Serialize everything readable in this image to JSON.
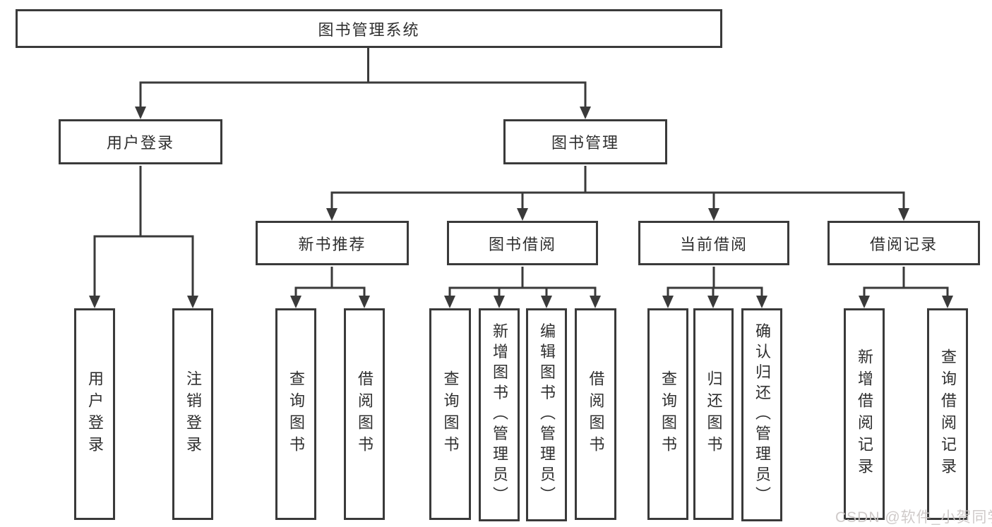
{
  "diagram": {
    "title": "图书管理系统",
    "root": {
      "label": "图书管理系统"
    },
    "level2": [
      {
        "label": "用户登录"
      },
      {
        "label": "图书管理"
      }
    ],
    "level3": [
      {
        "label": "新书推荐",
        "parent": "图书管理"
      },
      {
        "label": "图书借阅",
        "parent": "图书管理"
      },
      {
        "label": "当前借阅",
        "parent": "图书管理"
      },
      {
        "label": "借阅记录",
        "parent": "图书管理"
      }
    ],
    "leaves": [
      {
        "label": "用户登录",
        "parent": "用户登录"
      },
      {
        "label": "注销登录",
        "parent": "用户登录"
      },
      {
        "label": "查询图书",
        "parent": "新书推荐"
      },
      {
        "label": "借阅图书",
        "parent": "新书推荐"
      },
      {
        "label": "查询图书",
        "parent": "图书借阅"
      },
      {
        "label": "新增图书（管理员）",
        "parent": "图书借阅"
      },
      {
        "label": "编辑图书（管理员）",
        "parent": "图书借阅"
      },
      {
        "label": "借阅图书",
        "parent": "图书借阅"
      },
      {
        "label": "查询图书",
        "parent": "当前借阅"
      },
      {
        "label": "归还图书",
        "parent": "当前借阅"
      },
      {
        "label": "确认归还（管理员）",
        "parent": "当前借阅"
      },
      {
        "label": "新增借阅记录",
        "parent": "借阅记录"
      },
      {
        "label": "查询借阅记录",
        "parent": "借阅记录"
      }
    ],
    "colors": {
      "line": "#3a3a3a",
      "text": "#2f2f2f",
      "background": "#ffffff",
      "watermark": "#cbc6c5"
    },
    "watermark": "CSDN @软件_小贺同学"
  }
}
